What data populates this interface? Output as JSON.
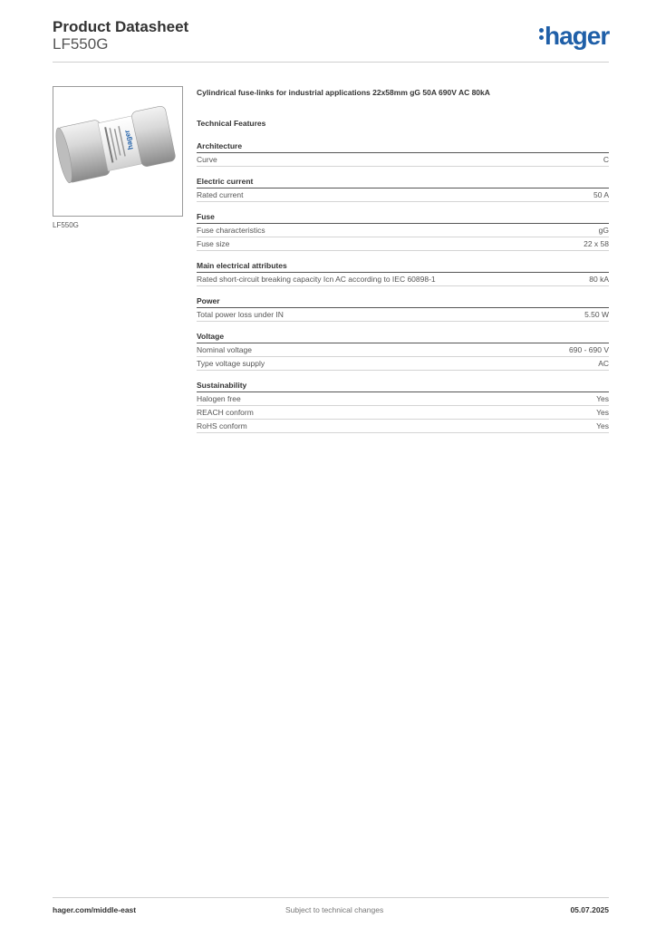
{
  "header": {
    "title": "Product Datasheet",
    "product_code": "LF550G",
    "logo_text": "hager",
    "brand_color": "#1f5fa8"
  },
  "product": {
    "image_caption": "LF550G",
    "image_label_text": "hager",
    "description": "Cylindrical fuse-links for industrial applications 22x58mm gG 50A 690V AC 80kA",
    "features_heading": "Technical Features"
  },
  "sections": [
    {
      "title": "Architecture",
      "rows": [
        {
          "label": "Curve",
          "value": "C"
        }
      ]
    },
    {
      "title": "Electric current",
      "rows": [
        {
          "label": "Rated current",
          "value": "50 A"
        }
      ]
    },
    {
      "title": "Fuse",
      "rows": [
        {
          "label": "Fuse characteristics",
          "value": "gG"
        },
        {
          "label": "Fuse size",
          "value": "22 x 58"
        }
      ]
    },
    {
      "title": "Main electrical attributes",
      "rows": [
        {
          "label": "Rated short-circuit breaking capacity Icn AC according to IEC 60898-1",
          "value": "80 kA"
        }
      ]
    },
    {
      "title": "Power",
      "rows": [
        {
          "label": "Total power loss under IN",
          "value": "5.50 W"
        }
      ]
    },
    {
      "title": "Voltage",
      "rows": [
        {
          "label": "Nominal voltage",
          "value": "690 - 690 V"
        },
        {
          "label": "Type voltage supply",
          "value": "AC"
        }
      ]
    },
    {
      "title": "Sustainability",
      "rows": [
        {
          "label": "Halogen free",
          "value": "Yes"
        },
        {
          "label": "REACH conform",
          "value": "Yes"
        },
        {
          "label": "RoHS conform",
          "value": "Yes"
        }
      ]
    }
  ],
  "footer": {
    "website": "hager.com/middle-east",
    "notice": "Subject to technical changes",
    "date": "05.07.2025"
  }
}
